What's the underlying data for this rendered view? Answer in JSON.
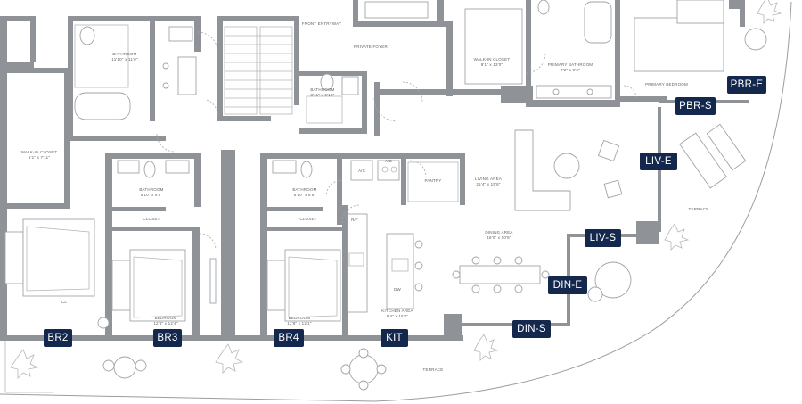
{
  "badges": {
    "br2": "BR2",
    "br3": "BR3",
    "br4": "BR4",
    "kit": "KIT",
    "din_s": "DIN-S",
    "din_e": "DIN-E",
    "liv_s": "LIV-S",
    "liv_e": "LIV-E",
    "pbr_s": "PBR-S",
    "pbr_e": "PBR-E"
  },
  "rooms": {
    "front_entryway": "FRONT ENTRYWAY",
    "private_foyer": "PRIVATE FOYER",
    "bathroom_top": "BATHROOM",
    "bathroom_top_dim": "11'10\" x 11'0\"",
    "bathroom_mid": "BATHROOM",
    "bathroom_mid_dim": "8'11\" x 5'10\"",
    "walk_in_closet_left": "WALK-IN CLOSET",
    "walk_in_closet_left_dim": "5'1\" x 7'11\"",
    "walk_in_closet_right": "WALK-IN CLOSET",
    "walk_in_closet_right_dim": "9'1\" x 13'0\"",
    "primary_bathroom": "PRIMARY BATHROOM",
    "primary_bathroom_dim": "7'2\" x 9'6\"",
    "primary_bedroom": "PRIMARY BEDROOM",
    "bathroom_br3": "BATHROOM",
    "bathroom_br3_dim": "5'10\" x 8'8\"",
    "bathroom_br4": "BATHROOM",
    "bathroom_br4_dim": "5'10\" x 8'8\"",
    "closet_br3": "CLOSET",
    "closet_br4": "CLOSET",
    "ac_1": "A/C",
    "ac_2": "A/C",
    "pantry": "PANTRY",
    "living_area": "LIVING AREA",
    "living_area_dim": "25'4\" x 15'8\"",
    "dining_area": "DINING AREA",
    "dining_area_dim": "18'0\" x 10'8\"",
    "kitchen": "KITCHEN AREA",
    "kitchen_dim": "8'4\" x 15'2\"",
    "bedroom_br3": "BEDROOM",
    "bedroom_br3_dim": "12'8\" x 12'4\"",
    "bedroom_br4": "BEDROOM",
    "bedroom_br4_dim": "12'8\" x 12'1\"",
    "terrace_bottom": "TERRACE",
    "terrace_right": "TERRACE",
    "dw": "DW",
    "rf": "R/F",
    "cl": "CL"
  }
}
